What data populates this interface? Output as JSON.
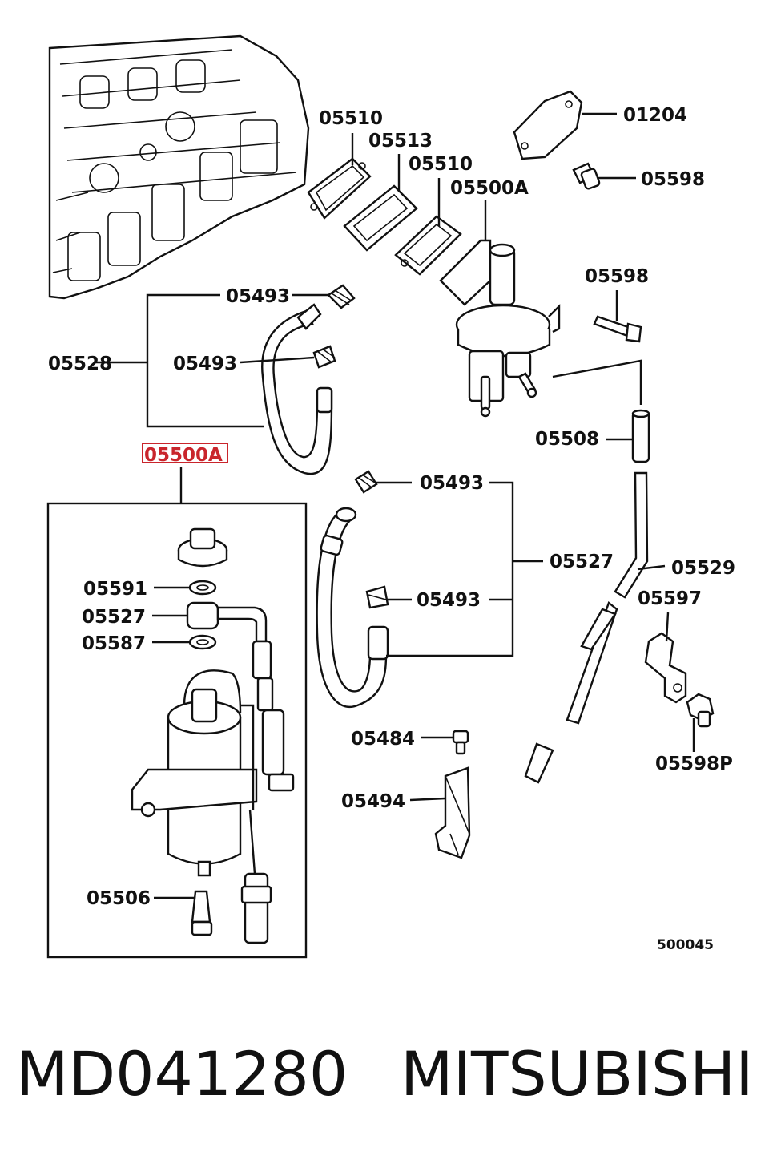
{
  "labels": {
    "p01204": "01204",
    "p05598_top": "05598",
    "p05510_a": "05510",
    "p05513": "05513",
    "p05510_b": "05510",
    "p05500A_pump": "05500A",
    "p05598_mid": "05598",
    "p05493_a": "05493",
    "p05528": "05528",
    "p05493_b": "05493",
    "p05500A_box": "05500A",
    "p05508": "05508",
    "p05493_c": "05493",
    "p05527_right": "05527",
    "p05529": "05529",
    "p05591": "05591",
    "p05527_left": "05527",
    "p05587": "05587",
    "p05493_d": "05493",
    "p05597": "05597",
    "p05484": "05484",
    "p05598P": "05598P",
    "p05494": "05494",
    "p05506": "05506"
  },
  "figure_number": "500045",
  "caption": {
    "part_number": "MD041280",
    "brand": "MITSUBISHI"
  },
  "colors": {
    "highlight": "#c9252c",
    "ink": "#111111"
  }
}
